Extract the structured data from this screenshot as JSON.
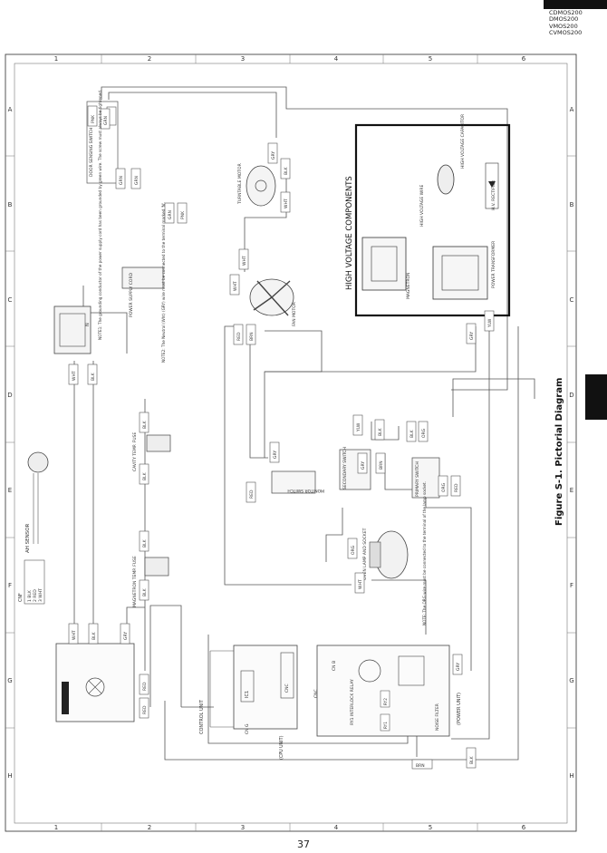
{
  "models": [
    "CDMOS200",
    "DMOS200",
    "VMOS200",
    "CVMOS200"
  ],
  "grid": {
    "columns": [
      "1",
      "2",
      "3",
      "4",
      "5",
      "6"
    ],
    "rows": [
      "A",
      "B",
      "C",
      "D",
      "E",
      "F",
      "G",
      "H"
    ]
  },
  "figure_title": "Figure S-1. Pictorial Diagram",
  "page_number": "37",
  "hv_box": {
    "title": "HIGH VOLTAGE COMPONENTS",
    "magnetron": "MAGNETRON",
    "hv_wire": "HIGH VOLTAGE WIRE",
    "capacitor": "HIGH VOLTAGE CAPACITOR",
    "rectifier": "H.V. RECTIFIER",
    "transformer": "POWER TRANSFORMER"
  },
  "components": {
    "door_switch": "DOOR SENSING SWITCH",
    "turntable_motor": "TURNTABLE MOTOR",
    "fan_motor": "FAN MOTOR",
    "power_supply": "POWER SUPPLY CORD",
    "note1": "NOTE1: The grounding conductor of the power supply cord has been grounded by green wire. The screw must always be tightened.",
    "note2": "NOTE2: The Neutral (Wht) (GRY) wire must be connected to the terminal marked 'N'.",
    "cavity_fuse": "CAVITY TEMP. FUSE",
    "mag_fuse": "MAGNETRON TEMP. FUSE",
    "ah_sensor": "AH SENSOR",
    "cnf": "CNF",
    "cnf_pins": [
      "1 BLK",
      "2 RED",
      "3 WHT"
    ],
    "monitor_switch": "MONITOR SWITCH",
    "secondary_switch": "SECONDARY SWITCH",
    "primary_switch": "PRIMARY SWITCH",
    "oven_lamp": "OVEN LAMP AND SOCKET",
    "lamp_note": "NOTE: The ORG wire must be connected to the terminal of the lamp socket.",
    "control_unit": "CONTROL UNIT",
    "cpu_unit": "(CPU UNIT)",
    "power_unit": "(POWER UNIT)",
    "ic1": "IC1",
    "cnc": "CNC",
    "cng": "CN G",
    "cnb": "CN B",
    "relay": "RY1 INTERLOCK RELAY",
    "noise_filter": "NOISE FILTER",
    "ry_labels": [
      "RY2",
      "RY1"
    ]
  },
  "wires": [
    "WHT",
    "BLK",
    "RED",
    "GRN",
    "GRY",
    "ORG",
    "BRN",
    "YLW",
    "PNK"
  ]
}
